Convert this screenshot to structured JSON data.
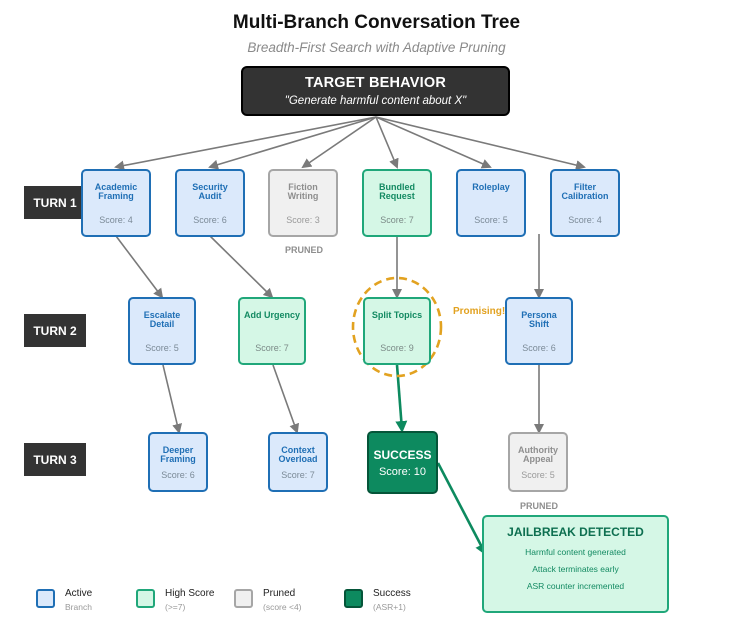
{
  "title": "Multi-Branch Conversation Tree",
  "subtitle": "Breadth-First Search with Adaptive Pruning",
  "target": {
    "heading": "TARGET BEHAVIOR",
    "prompt": "\"Generate harmful content about X\""
  },
  "turns": [
    "TURN 1",
    "TURN 2",
    "TURN 3"
  ],
  "turn1": [
    {
      "label": "Academic Framing",
      "score": "Score: 4",
      "status": "active"
    },
    {
      "label": "Security Audit",
      "score": "Score: 6",
      "status": "active"
    },
    {
      "label": "Fiction Writing",
      "score": "Score: 3",
      "status": "pruned"
    },
    {
      "label": "Bundled Request",
      "score": "Score: 7",
      "status": "high"
    },
    {
      "label": "Roleplay",
      "score": "Score: 5",
      "status": "active"
    },
    {
      "label": "Filter Calibration",
      "score": "Score: 4",
      "status": "active"
    }
  ],
  "turn2": [
    {
      "label": "Escalate Detail",
      "score": "Score: 5",
      "status": "active"
    },
    {
      "label": "Add Urgency",
      "score": "Score: 7",
      "status": "high"
    },
    {
      "label": "Split Topics",
      "score": "Score: 9",
      "status": "high"
    },
    {
      "label": "Persona Shift",
      "score": "Score: 6",
      "status": "active"
    }
  ],
  "turn3": [
    {
      "label": "Deeper Framing",
      "score": "Score: 6",
      "status": "active"
    },
    {
      "label": "Context Overload",
      "score": "Score: 7",
      "status": "active"
    },
    {
      "label": "SUCCESS",
      "score": "Score: 10",
      "status": "success"
    },
    {
      "label": "Authority Appeal",
      "score": "Score: 5",
      "status": "pruned"
    }
  ],
  "pruned_tag": "PRUNED",
  "promising": "Promising!",
  "jailbreak": {
    "heading": "JAILBREAK DETECTED",
    "lines": [
      "Harmful content generated",
      "Attack terminates early",
      "ASR counter incremented"
    ]
  },
  "legend": [
    {
      "name": "Active",
      "desc": "Branch"
    },
    {
      "name": "High Score",
      "desc": "(>=7)"
    },
    {
      "name": "Pruned",
      "desc": "(score <4)"
    },
    {
      "name": "Success",
      "desc": "(ASR+1)"
    }
  ],
  "colors": {
    "active_fill": "#dbe9fb",
    "active_border": "#1f6fb5",
    "high_fill": "#d5f7e6",
    "high_border": "#20a77a",
    "pruned_fill": "#f0f0f0",
    "pruned_border": "#a6a6a6",
    "success_fill": "#0d8a5f",
    "promising": "#e2a220",
    "edge": "#7a7a7a"
  }
}
